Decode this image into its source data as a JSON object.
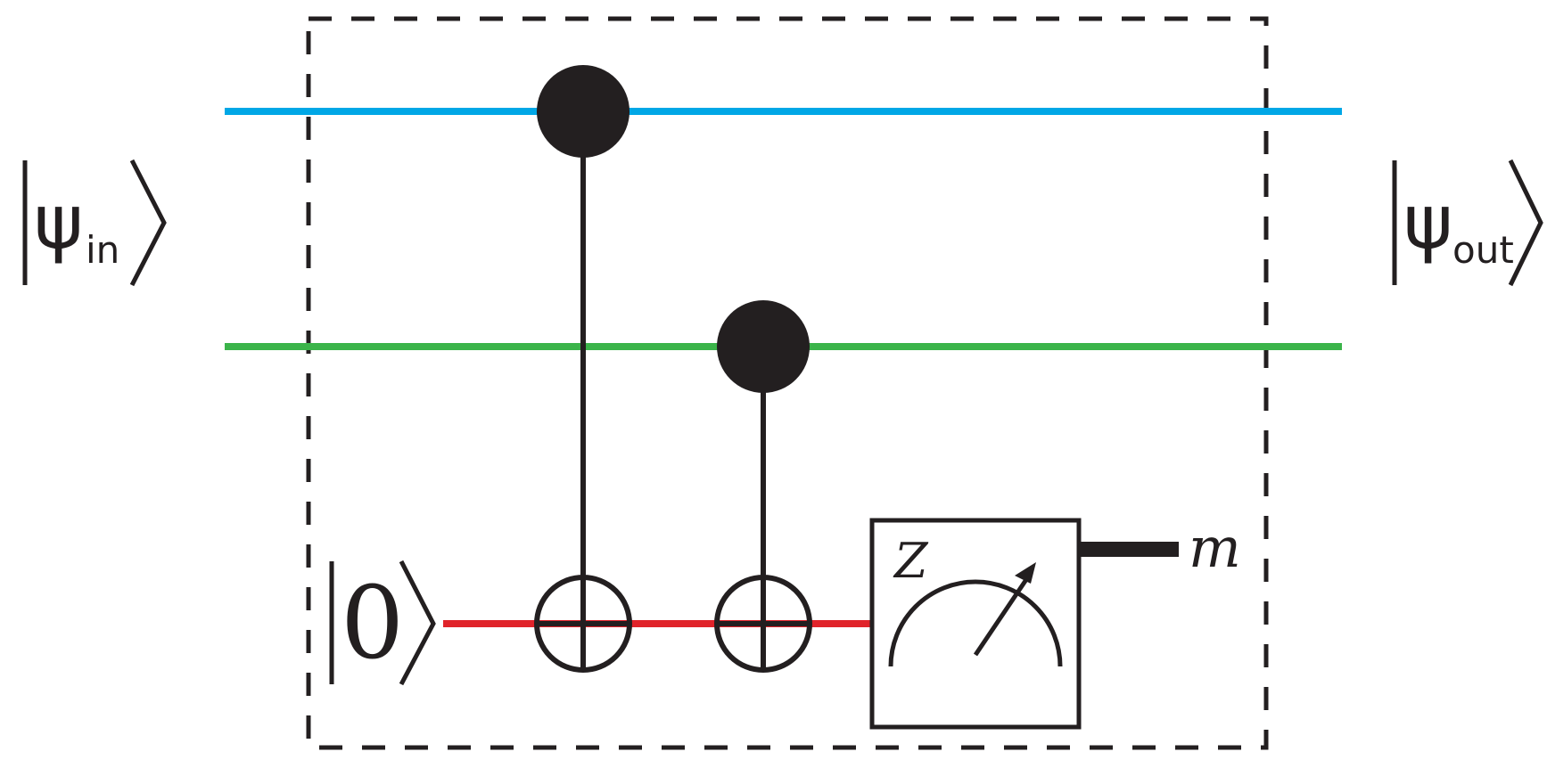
{
  "diagram": {
    "qubits": [
      {
        "name": "data-qubit-1",
        "color": "#00a7e6"
      },
      {
        "name": "data-qubit-2",
        "color": "#3bb44a"
      },
      {
        "name": "ancilla",
        "color": "#e0232a"
      }
    ],
    "input_label": {
      "symbol": "ψ",
      "subscript": "in"
    },
    "output_label": {
      "symbol": "ψ",
      "subscript": "out"
    },
    "ancilla_init": "0",
    "gates": [
      {
        "type": "CNOT",
        "control": "data-qubit-1",
        "target": "ancilla"
      },
      {
        "type": "CNOT",
        "control": "data-qubit-2",
        "target": "ancilla"
      },
      {
        "type": "measurement",
        "basis": "Z",
        "qubit": "ancilla",
        "icon": "meter-icon"
      }
    ],
    "measurement_label": "Z",
    "measurement_result": "m",
    "ink_color": "#231f20"
  }
}
